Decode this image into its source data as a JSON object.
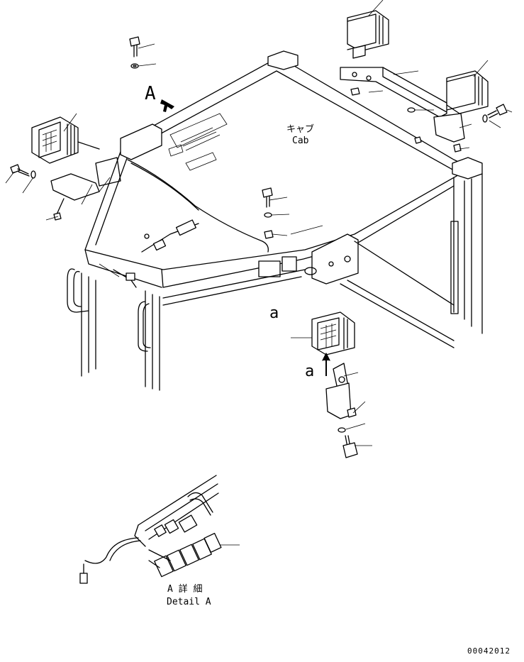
{
  "labels": {
    "view_a": "A",
    "cab_jp": "キャブ",
    "cab_en": "Cab",
    "ref_a_1": "a",
    "ref_a_2": "a",
    "detail_jp": "A 詳 細",
    "detail_en": "Detail A",
    "figure_number": "00042012"
  }
}
